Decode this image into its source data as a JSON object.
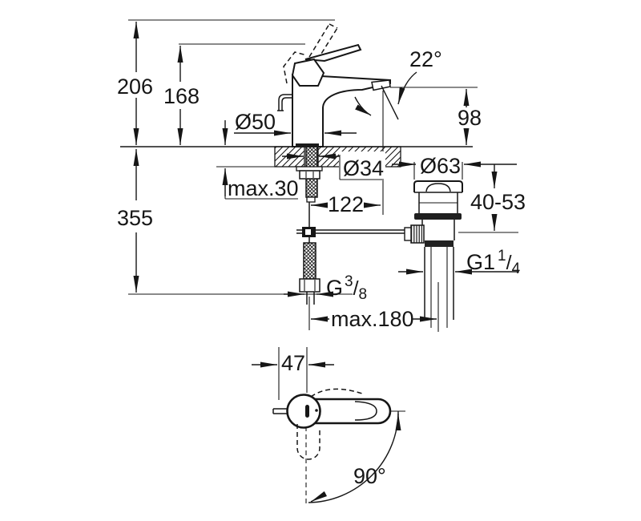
{
  "drawing_type": "faucet-installation-dimension-drawing",
  "colors": {
    "ink": "#161616",
    "background": "#ffffff"
  },
  "dims": {
    "total_height": "206",
    "upper_height": "168",
    "below_deck_depth": "355",
    "base_diameter": "Ø50",
    "deck_thickness_max": "max.30",
    "hole_diameter": "Ø34",
    "spout_reach": "122",
    "spout_angle": "22°",
    "spout_height": "98",
    "flange_diameter": "Ø63",
    "clamping_range": "40-53",
    "hose_reach_max": "max.180"
  },
  "threads": {
    "supply": {
      "base": "G",
      "numerator": "3",
      "slash": "/",
      "denominator": "8"
    },
    "waste": {
      "base": "G1",
      "numerator": "1",
      "slash": "/",
      "denominator": "4"
    }
  },
  "top_view": {
    "handle_offset": "47",
    "swivel_angle": "90°"
  }
}
